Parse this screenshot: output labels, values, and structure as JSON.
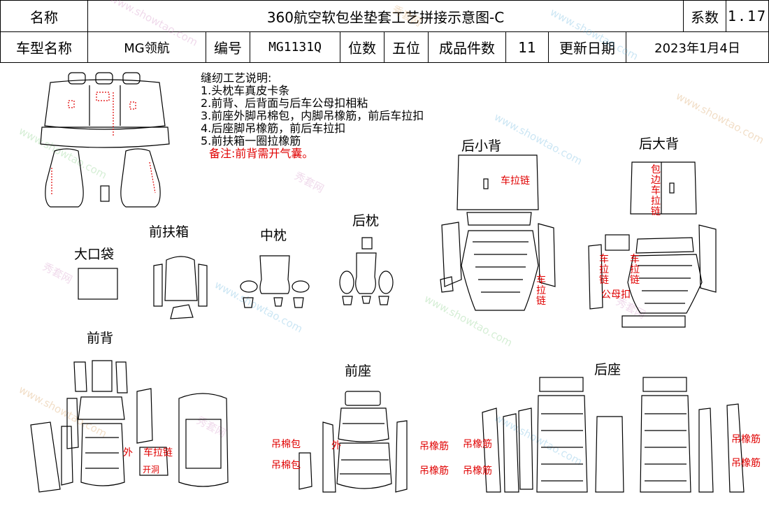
{
  "header": {
    "name_label": "名称",
    "title": "360航空软包坐垫套工艺拼接示意图-C",
    "coef_label": "系数",
    "coef_value": "1.17",
    "model_label": "车型名称",
    "model_value": "MG领航",
    "code_label": "编号",
    "code_value": "MG1131Q",
    "seats_label": "位数",
    "seats_value": "五位",
    "pieces_label": "成品件数",
    "pieces_value": "11",
    "date_label": "更新日期",
    "date_value": "2023年1月4日"
  },
  "notes": {
    "title": "缝纫工艺说明:",
    "items": [
      "1.头枕车真皮卡条",
      "2.前背、后背面与后车公母扣相粘",
      "3.前座外脚吊棉包，内脚吊橡筋，前后车拉扣",
      "4.后座脚吊橡筋，前后车拉扣",
      "5.前扶箱一圈拉橡筋"
    ],
    "remark": "备注:前背需开气囊。"
  },
  "sections": {
    "rear_small_back": "后小背",
    "rear_big_back": "后大背",
    "front_armrest": "前扶箱",
    "middle_pillow": "中枕",
    "rear_pillow": "后枕",
    "big_pocket": "大口袋",
    "front_back": "前背",
    "front_seat": "前座",
    "rear_seat": "后座"
  },
  "annotations": {
    "zipper": "车拉链",
    "edge_zipper": "包边车拉链",
    "male_female": "公母扣",
    "outer": "外",
    "open_hole": "开洞",
    "cotton_bag": "吊棉包",
    "rubber_band": "吊橡筋"
  },
  "watermark": {
    "site": "www.showtao.com",
    "brand": "秀套网"
  }
}
